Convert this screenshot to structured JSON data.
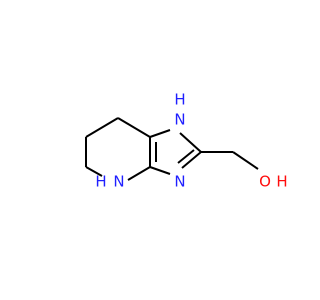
{
  "molecule": {
    "atoms": {
      "nh_top": "H",
      "n_top": "N",
      "nh_bottom_left": "N",
      "h_bottom_left": "H",
      "n_ring": "N",
      "o": "O",
      "h_o": "H"
    },
    "colors": {
      "nitrogen": "#1f1fff",
      "oxygen": "#ff0d0d",
      "bond": "#000000"
    }
  }
}
